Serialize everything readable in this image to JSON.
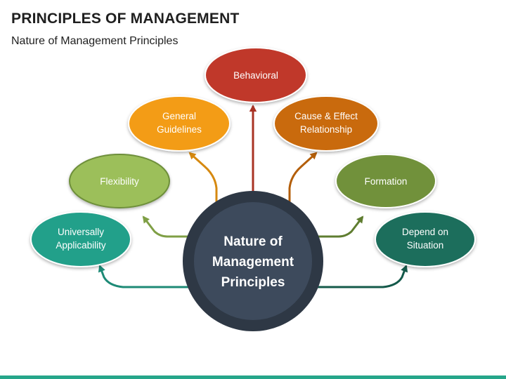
{
  "header": {
    "title": "PRINCIPLES OF MANAGEMENT",
    "subtitle": "Nature of Management Principles"
  },
  "center": {
    "lines": [
      "Nature of",
      "Management",
      "Principles"
    ],
    "fill": "#3d4a5c",
    "ring": "#2e3845"
  },
  "nodes": [
    {
      "id": "behavioral",
      "lines": [
        "Behavioral"
      ],
      "fill": "#c0392b",
      "stroke": "#ffffff",
      "arrow": "#a83224"
    },
    {
      "id": "general-guidelines",
      "lines": [
        "General",
        "Guidelines"
      ],
      "fill": "#f39c12",
      "stroke": "#ffffff",
      "arrow": "#d68910"
    },
    {
      "id": "cause-effect",
      "lines": [
        "Cause & Effect",
        "Relationship"
      ],
      "fill": "#c96b0a",
      "stroke": "#ffffff",
      "arrow": "#b35e08"
    },
    {
      "id": "flexibility",
      "lines": [
        "Flexibility"
      ],
      "fill": "#9cbf5a",
      "stroke": "#6e8f3a",
      "arrow": "#7f9f45"
    },
    {
      "id": "formation",
      "lines": [
        "Formation"
      ],
      "fill": "#71913a",
      "stroke": "#ffffff",
      "arrow": "#5f7d30"
    },
    {
      "id": "universally-applicability",
      "lines": [
        "Universally",
        "Applicability"
      ],
      "fill": "#23a08a",
      "stroke": "#ffffff",
      "arrow": "#1d8a76"
    },
    {
      "id": "depend-on-situation",
      "lines": [
        "Depend on",
        "Situation"
      ],
      "fill": "#1a6e5c",
      "stroke": "#ffffff",
      "arrow": "#14594a"
    }
  ]
}
